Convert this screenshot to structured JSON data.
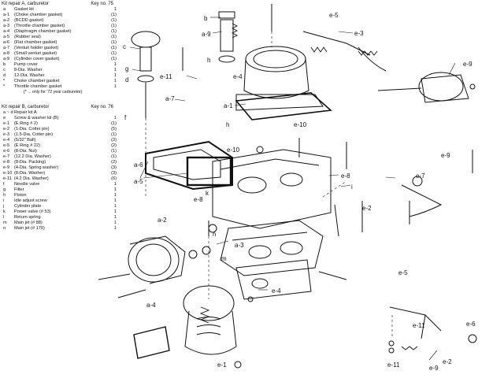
{
  "kit_a": {
    "title": "Kit repair A, carburetor",
    "key": "Key no. 75",
    "items": [
      {
        "k": "a",
        "d": "Gasket kit",
        "q": "1"
      },
      {
        "k": "a-1",
        "d": "(Choke chamber gasket)",
        "q": "(1)"
      },
      {
        "k": "a-2",
        "d": "(BCDD gasket)",
        "q": "(1)"
      },
      {
        "k": "a-3",
        "d": "(Throttle chamber gasket)",
        "q": "(1)"
      },
      {
        "k": "a-4",
        "d": "(Diaphragm chamber gasket)",
        "q": "(1)"
      },
      {
        "k": "a-5",
        "d": "(Rubber seal)",
        "q": "(1)"
      },
      {
        "k": "a-6",
        "d": "(Flat chamber gasket)",
        "q": "(1)"
      },
      {
        "k": "a-7",
        "d": "(Venturi holder gasket)",
        "q": "(1)"
      },
      {
        "k": "a-8",
        "d": "(Small venturi gasket)",
        "q": "(1)"
      },
      {
        "k": "a-9",
        "d": "(Cylinder cover gasket)",
        "q": "(1)"
      },
      {
        "k": "b",
        "d": "Pump cover",
        "q": "1"
      },
      {
        "k": "c",
        "d": "8-Dia. Washer",
        "q": "1"
      },
      {
        "k": "d",
        "d": "12-Dia. Washer",
        "q": "1"
      },
      {
        "k": "*",
        "d": "Choke chamber gasket",
        "q": "1"
      },
      {
        "k": "*",
        "d": "Throttle chamber gasket",
        "q": "1"
      }
    ],
    "note": "(* ... only for '72 year carburetor)"
  },
  "kit_b": {
    "title": "Kit repair B, carburetor",
    "key": "Key no. 76",
    "items": [
      {
        "k": "a ~ d",
        "d": "Repair kit A",
        "q": ""
      },
      {
        "k": "e",
        "d": "Screw & washer kit (B)",
        "q": "1"
      },
      {
        "k": "e-1",
        "d": "(E Ring # 2)",
        "q": "(1)"
      },
      {
        "k": "e-2",
        "d": "(1-Dia. Cotter pin)",
        "q": "(5)"
      },
      {
        "k": "e-3",
        "d": "(1.5-Dia. Cotter pin)",
        "q": "(1)"
      },
      {
        "k": "e-4",
        "d": "(5/32\" Ball)",
        "q": "(3)"
      },
      {
        "k": "e-5",
        "d": "(E Ring # 22)",
        "q": "(2)"
      },
      {
        "k": "e-6",
        "d": "(8-Dia. Nut)",
        "q": "(1)"
      },
      {
        "k": "e-7",
        "d": "(12.2 Dia. Washer)",
        "q": "(1)"
      },
      {
        "k": "e-8",
        "d": "(8-Dia. Packing)",
        "q": "(2)"
      },
      {
        "k": "e-9",
        "d": "(4-Dia. Spring washer)",
        "q": "(3)"
      },
      {
        "k": "e-10",
        "d": "(8-Dia. Washer)",
        "q": "(3)"
      },
      {
        "k": "e-11",
        "d": "(4.2 Dia. Washer)",
        "q": "(6)"
      },
      {
        "k": "f",
        "d": "Needle valve",
        "q": "1"
      },
      {
        "k": "g",
        "d": "Filter",
        "q": "1"
      },
      {
        "k": "h",
        "d": "Piston",
        "q": "1"
      },
      {
        "k": "i",
        "d": "Idle adjust screw",
        "q": "1"
      },
      {
        "k": "j",
        "d": "Cylinder plate",
        "q": "1"
      },
      {
        "k": "k",
        "d": "Power valve (# 53)",
        "q": "1"
      },
      {
        "k": "l",
        "d": "Return spring",
        "q": "1"
      },
      {
        "k": "m",
        "d": "Main jet (# 88)",
        "q": "1"
      },
      {
        "k": "n",
        "d": "Main jet (# 170)",
        "q": "1"
      }
    ]
  },
  "callouts": {
    "b": "b",
    "a_9_top": "a-9",
    "e_5_top": "e-5",
    "e_3": "e-3",
    "c": "c",
    "g": "g",
    "d": "d",
    "e_11_top": "e-11",
    "h_top": "h",
    "e_4_top": "e-4",
    "a_7": "a-7",
    "a_1": "a-1",
    "e_9_right": "e-9",
    "e_9_mid": "e-9",
    "h_mid": "h",
    "e_10_mid": "e-10",
    "f": "f",
    "e_10_left": "e-10",
    "a_6": "a-6",
    "a_5": "a-5",
    "e_8_right": "e-8",
    "e_7": "e-7",
    "i": "i",
    "e_2_mid": "e-2",
    "a_2": "a-2",
    "e_8_left": "e-8",
    "k": "k",
    "a_3": "a-3",
    "n": "n",
    "m": "m",
    "e_5_low": "e-5",
    "e_4_low": "e-4",
    "a_4": "a-4",
    "e_1": "e-1",
    "e_6": "e-6",
    "e_11_low": "e-11",
    "e_2_low": "e-2",
    "e_11_bot": "e-11",
    "e_9_low": "e-9"
  },
  "colors": {
    "ink": "#111111",
    "paper": "#ffffff"
  }
}
